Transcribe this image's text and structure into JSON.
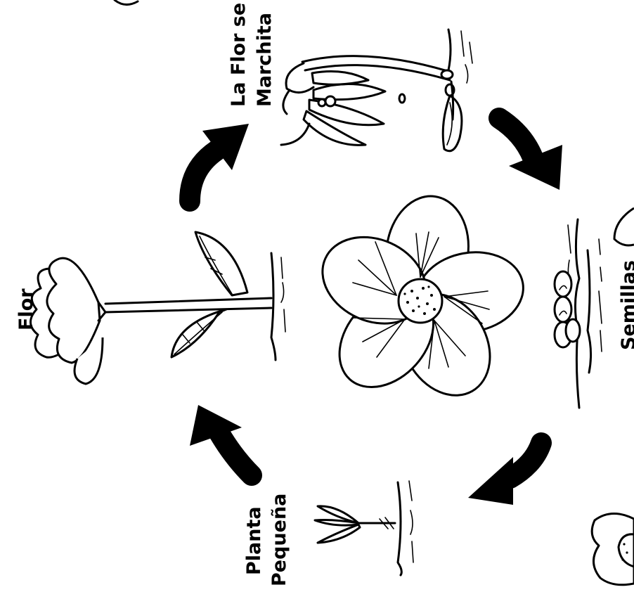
{
  "colors": {
    "ink": "#000000",
    "paper": "#ffffff"
  },
  "stages": {
    "flower": {
      "label": "Flor"
    },
    "wilting": {
      "label_line1": "La Flor se",
      "label_line2": "Marchita"
    },
    "seeds": {
      "label": "Semillas"
    },
    "small_plant": {
      "label_line1": "Planta",
      "label_line2": "Pequeña"
    }
  },
  "icons": {
    "center": "flower-head-icon",
    "flower": "flower-stem-icon",
    "wilting": "wilted-flower-icon",
    "seeds": "seeds-in-soil-icon",
    "small_plant": "sprout-icon",
    "cycle_arrow": "curved-arrow-icon"
  }
}
